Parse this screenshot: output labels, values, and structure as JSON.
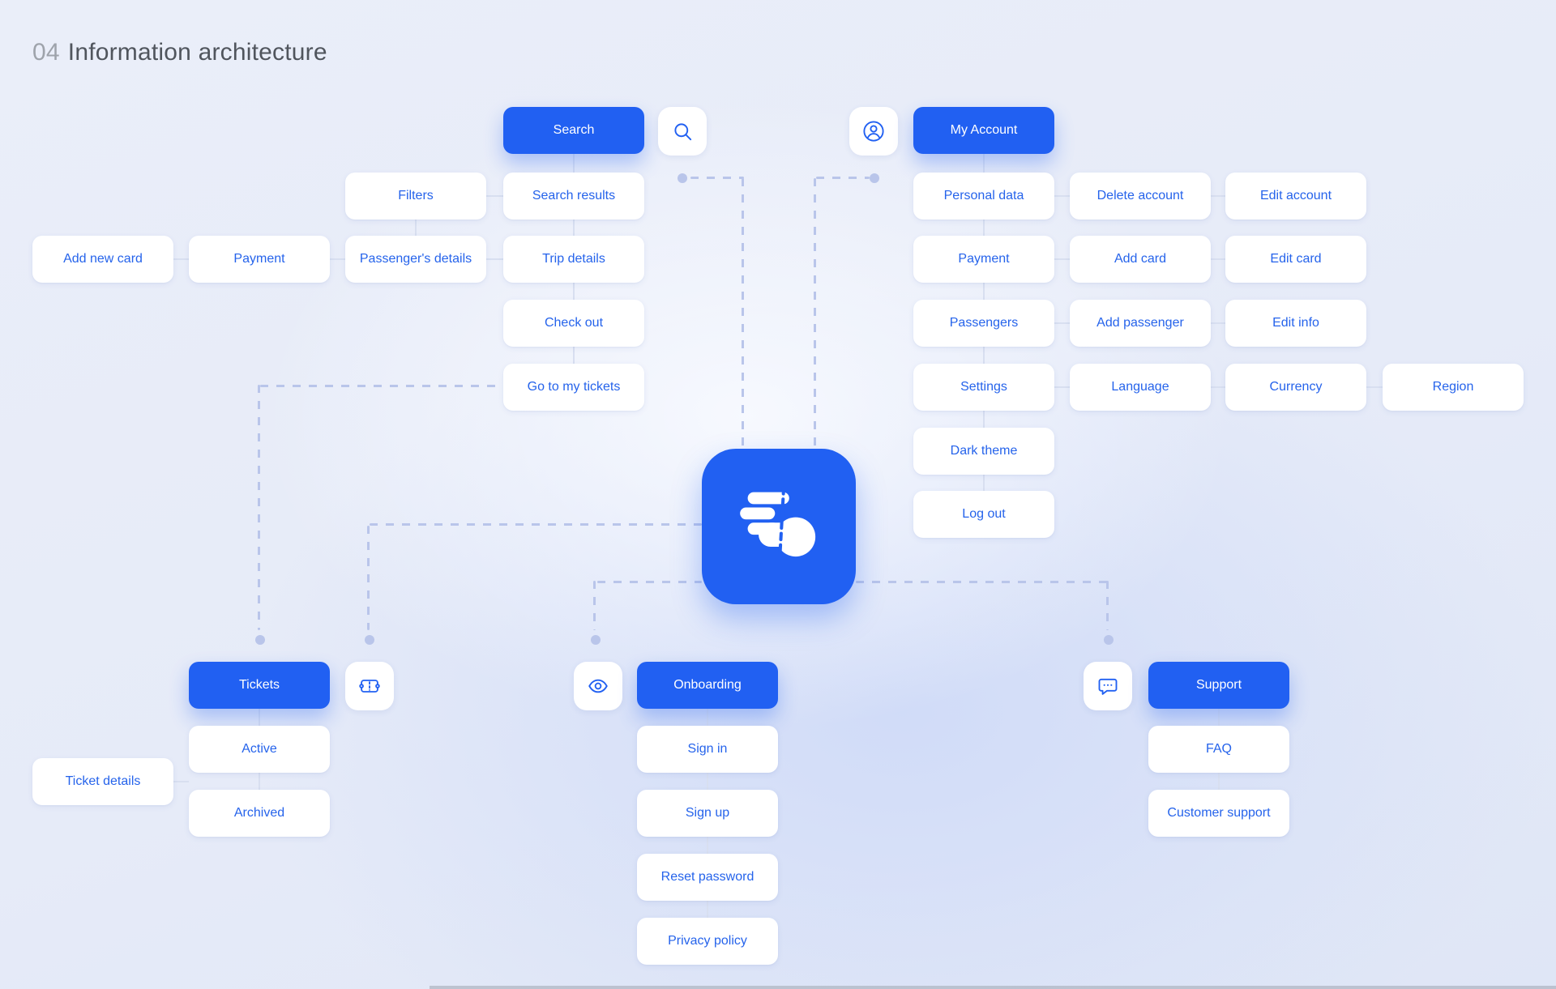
{
  "title": {
    "number": "04",
    "text": "Information architecture"
  },
  "colors": {
    "primary": "#2160F2",
    "card_text": "#2563EB",
    "dash": "#B9C5EA",
    "background": "#E8EDF9"
  },
  "icons": {
    "search": "magnifier-icon",
    "account": "user-circle-icon",
    "tickets": "ticket-icon",
    "onboarding": "eye-icon",
    "support": "chat-bubbles-icon",
    "logo": "app-logo-road-hand"
  },
  "branches": {
    "search": {
      "root": "Search",
      "filters": "Filters",
      "search_results": "Search results",
      "add_new_card": "Add new card",
      "payment": "Payment",
      "passengers_details": "Passenger's details",
      "trip_details": "Trip details",
      "check_out": "Check out",
      "go_to_my_tickets": "Go to my tickets"
    },
    "account": {
      "root": "My Account",
      "personal_data": "Personal data",
      "delete_account": "Delete account",
      "edit_account": "Edit account",
      "payment": "Payment",
      "add_card": "Add card",
      "edit_card": "Edit card",
      "passengers": "Passengers",
      "add_passenger": "Add passenger",
      "edit_info": "Edit info",
      "settings": "Settings",
      "language": "Language",
      "currency": "Currency",
      "region": "Region",
      "dark_theme": "Dark theme",
      "log_out": "Log out"
    },
    "tickets": {
      "root": "Tickets",
      "active": "Active",
      "archived": "Archived",
      "ticket_details": "Ticket details"
    },
    "onboarding": {
      "root": "Onboarding",
      "sign_in": "Sign in",
      "sign_up": "Sign up",
      "reset_password": "Reset password",
      "privacy_policy": "Privacy policy"
    },
    "support": {
      "root": "Support",
      "faq": "FAQ",
      "customer_support": "Customer support"
    }
  }
}
